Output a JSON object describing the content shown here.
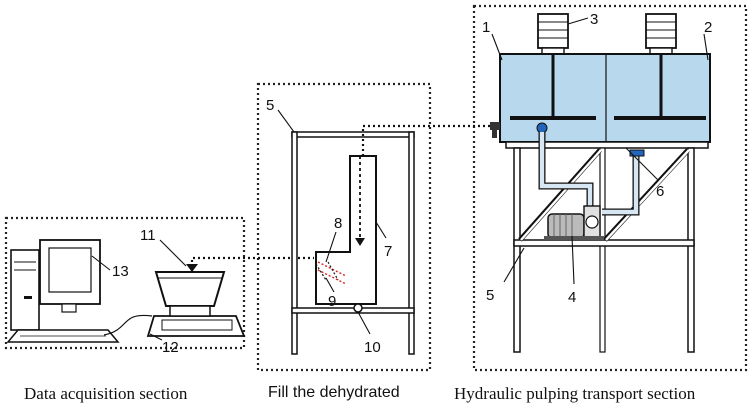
{
  "captions": {
    "data_acquisition": "Data acquisition section",
    "fill_dehydrated": "Fill the dehydrated",
    "hydraulic": "Hydraulic pulping transport section"
  },
  "labels": {
    "n1": "1",
    "n2": "2",
    "n3": "3",
    "n4": "4",
    "n5a": "5",
    "n5b": "5",
    "n6": "6",
    "n7": "7",
    "n8": "8",
    "n9": "9",
    "n10": "10",
    "n11": "11",
    "n12": "12",
    "n13": "13"
  },
  "colors": {
    "tank": "#b8d8ee",
    "pipe": "#d6e6f2",
    "valve": "#2266bb",
    "dashed_red": "#dd2222"
  }
}
